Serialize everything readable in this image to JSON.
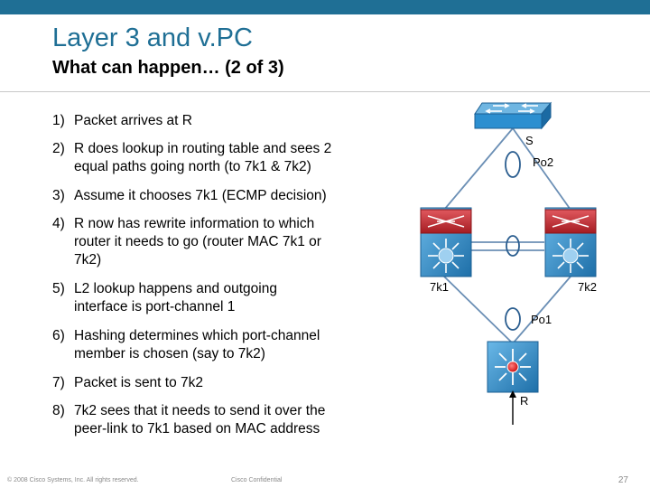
{
  "slide": {
    "title": "Layer 3 and v.PC",
    "subtitle": "What can happen… (2 of 3)"
  },
  "steps": [
    {
      "num": "1)",
      "lines": [
        "Packet arrives at R"
      ]
    },
    {
      "num": "2)",
      "lines": [
        "R does lookup in routing table and sees 2",
        "equal paths going north (to 7k1 & 7k2)"
      ]
    },
    {
      "num": "3)",
      "lines": [
        "Assume it chooses 7k1 (ECMP decision)"
      ]
    },
    {
      "num": "4)",
      "lines": [
        "R now has rewrite information to which",
        "router it needs to go (router MAC 7k1 or",
        "7k2)"
      ]
    },
    {
      "num": "5)",
      "lines": [
        "L2 lookup happens and outgoing",
        "interface is port-channel 1"
      ]
    },
    {
      "num": "6)",
      "lines": [
        "Hashing determines which port-channel",
        "member is chosen (say to 7k2)"
      ]
    },
    {
      "num": "7)",
      "lines": [
        "Packet is sent to 7k2"
      ]
    },
    {
      "num": "8)",
      "lines": [
        "7k2 sees that it needs to send it over the",
        "peer-link to 7k1 based on MAC address"
      ]
    }
  ],
  "diagram": {
    "switch_label": "S",
    "po2_label": "Po2",
    "left_router_label": "7k1",
    "right_router_label": "7k2",
    "po1_label": "Po1",
    "router_label": "R",
    "colors": {
      "device_blue": "#2c8fd0",
      "router_red": "#c1272d",
      "packet_red": "#e02020"
    },
    "icons": [
      "workgroup-switch-icon",
      "nexus-7000-icon",
      "layer3-switch-icon",
      "port-channel-ellipse-icon",
      "packet-arrow-icon"
    ]
  },
  "footer": {
    "copyright": "© 2008 Cisco Systems, Inc. All rights reserved.",
    "confidential": "Cisco Confidential",
    "page": "27"
  }
}
